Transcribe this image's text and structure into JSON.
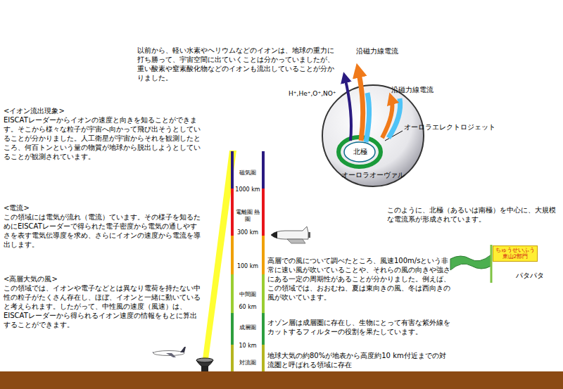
{
  "diagram": {
    "nodes": [
      {
        "text": [
          "ちゅうせいふう",
          "東山2部門"
        ]
      }
    ],
    "labels": [
      "以前から、軽い水素やヘリウムなどのイオンは、地球の重力に打ち勝って、宇宙空間に出ていくことは分かっていましたが、重い酸素や窒素酸化物などのイオンも流出していることが分かりました。",
      "<イオン流出現象>",
      "EISCATレーダーからイオンの速度と向きを知ることができます。そこから様々な粒子が宇宙へ向かって飛び出そうとしていることが分かりました。人工衛星が宇宙からそれを観測したところ、何百トンという量の物質が地球から脱出しようとしていることが観測されています。",
      "<電流>",
      "この領域には電気が流れ（電流）ています。その様子を知るためにEISCATレーダーで得られた電子密度から電気の通しやすさを表す電気伝導度を求め、さらにイオンの速度から電流を導出します。",
      "<高層大気の風>",
      "この領域では、イオンや電子などとは異なり電荷を持たない中性の粒子がたくさん存在し、ほぼ、イオンと一緒に動いていると考えられます。したがって、中性風の速度（風速）は、EISCATレーダーから得られるイオン速度の情報をもとに算出することができます。",
      "磁気圏",
      "1000 km",
      "電離圏 熱圏",
      "300 km",
      "100 km",
      "中間圏",
      "60 km",
      "成層圏",
      "10 km",
      "対流圏",
      "H⁺,He⁺,O⁺,NO⁺",
      "沿磁力線電流",
      "沿磁力線電流",
      "オーロラエレクトロジェット",
      "北極",
      "オーロラオーヴァル",
      "このように、北極（あるいは南極）を中心に、大規模な電流系が形成されています。",
      "高層での風について調べたところ、風速100m/sという非常に速い風が吹いていることや、それらの風の向きや強さにある一定の周期性があることが分かりました。例えば、この領域では、おおむね、夏は東向きの風、冬は西向きの風が吹いています。",
      "オゾン層は成層圏に存在し、生物にとって有害な紫外線をカットするフィルターの役割を果たしています。",
      "地球大気の約80%が地表から高度約10 km付近までの対流圏と呼ばれる領域に存在",
      "パタパタ"
    ]
  }
}
